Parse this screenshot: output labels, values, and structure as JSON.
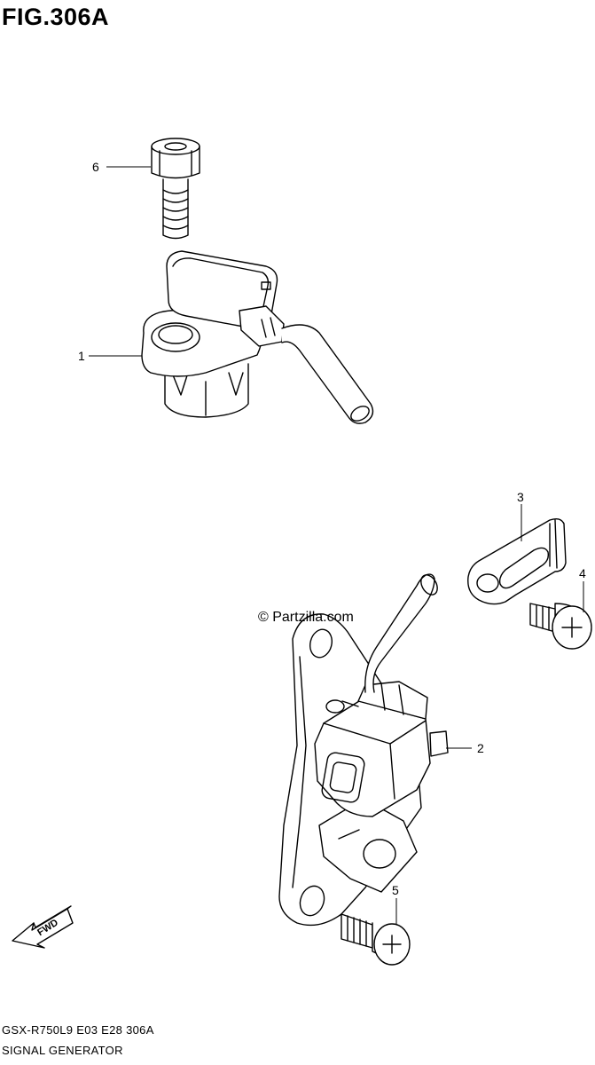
{
  "figure": {
    "title": "FIG.306A",
    "watermark": "© Partzilla.com",
    "fwd_label": "FWD",
    "model_line": "GSX-R750L9  E03  E28  306A",
    "section_name": "SIGNAL GENERATOR"
  },
  "callouts": [
    {
      "number": "1",
      "part": "sensor"
    },
    {
      "number": "2",
      "part": "signal-generator"
    },
    {
      "number": "3",
      "part": "bracket-plate"
    },
    {
      "number": "4",
      "part": "screw"
    },
    {
      "number": "5",
      "part": "screw"
    },
    {
      "number": "6",
      "part": "bolt"
    }
  ]
}
